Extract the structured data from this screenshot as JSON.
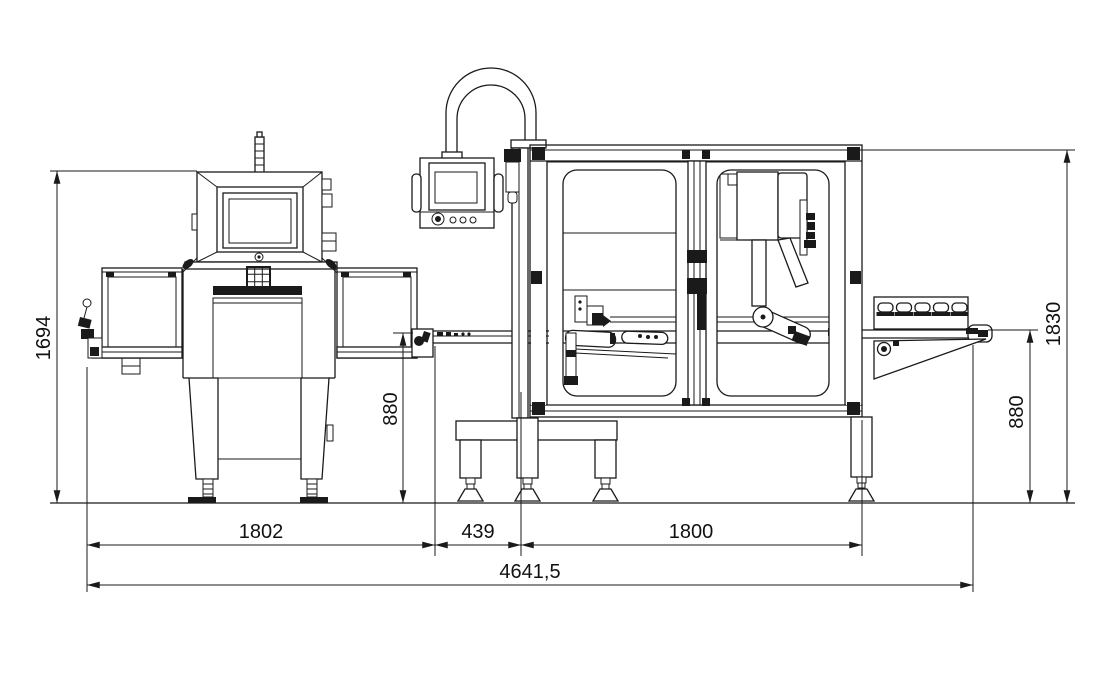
{
  "drawing": {
    "type": "technical-elevation-drawing",
    "background": "#ffffff",
    "line_color": "#1a1a1a",
    "dimensions": {
      "overall_height": "1694",
      "enclosure_height": "1830",
      "transfer_belt_height": "880",
      "outfeed_belt_height": "880",
      "xray_machine_length": "1802",
      "transfer_length": "439",
      "enclosure_length": "1800",
      "total_length": "4641,5"
    }
  }
}
